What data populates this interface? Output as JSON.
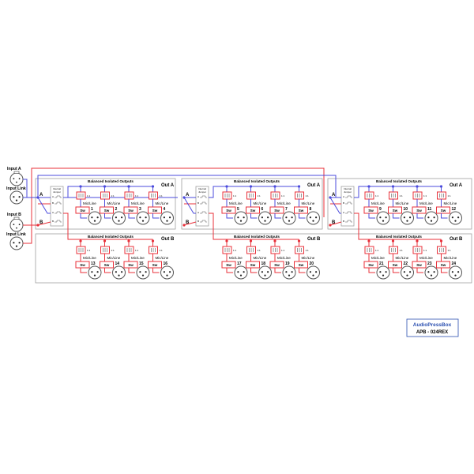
{
  "inputs": [
    {
      "label": "Input A"
    },
    {
      "label": "Input Link"
    },
    {
      "label": "Input B"
    },
    {
      "label": "Input Link"
    }
  ],
  "bus_labels": {
    "a": "A",
    "b": "B"
  },
  "jumper_label": [
    "Internal",
    "Jumper"
  ],
  "jumper_pins": [
    "A",
    "B",
    "A",
    "B"
  ],
  "panel_title": "Balanced Isolated Outputs",
  "out_a_label": "Out A",
  "out_b_label": "Out B",
  "transformer_ratio": "1:1",
  "switch_label": "Mic/Line",
  "switch_glyph": "Sw",
  "channels_a": [
    [
      "1",
      "2",
      "3",
      "4"
    ],
    [
      "5",
      "6",
      "7",
      "8"
    ],
    [
      "9",
      "10",
      "11",
      "12"
    ]
  ],
  "channels_b": [
    [
      "13",
      "14",
      "15",
      "16"
    ],
    [
      "17",
      "18",
      "19",
      "20"
    ],
    [
      "21",
      "22",
      "23",
      "24"
    ]
  ],
  "logo": {
    "brand": "AudioPressBox",
    "model": "APB - 024REX"
  },
  "colors": {
    "red": "#e8303a",
    "blue": "#4b4bdc",
    "panel": "#a0a0a0"
  }
}
